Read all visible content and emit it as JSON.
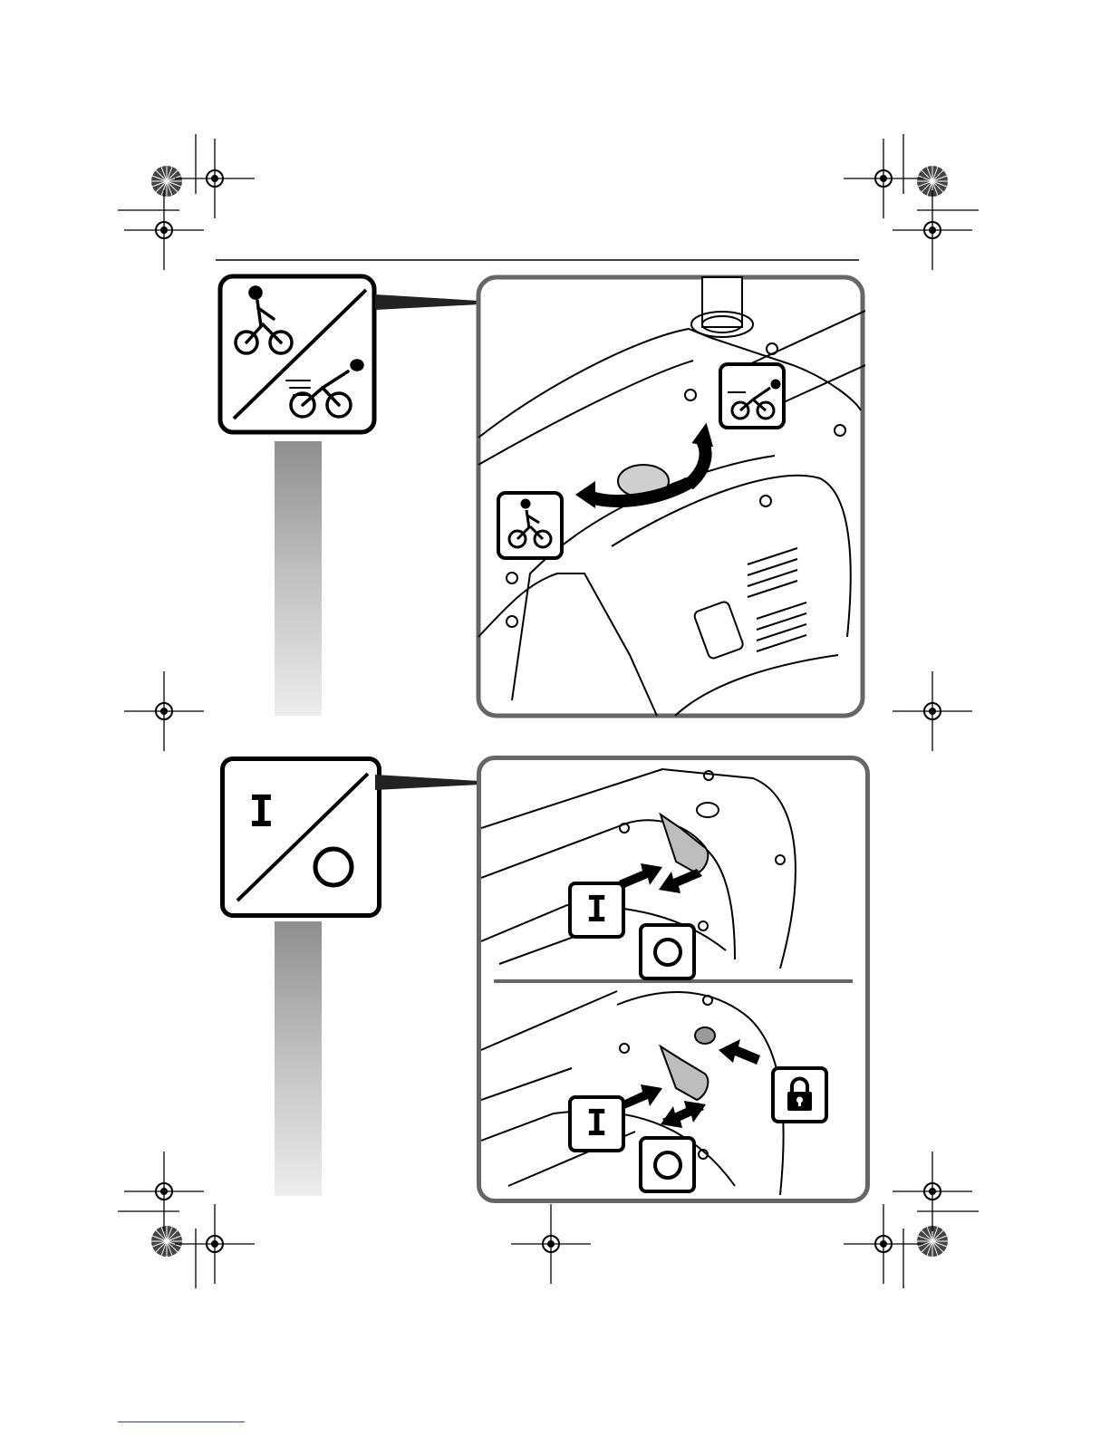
{
  "page": {
    "title": "",
    "figures": [
      {
        "id": "speed-selection",
        "summary_icon": {
          "name": "speed-selector-icon",
          "symbols": [
            "cyclist-slow-icon",
            "cyclist-fast-icon"
          ]
        },
        "callouts": [
          "cyclist-fast-icon",
          "cyclist-slow-icon"
        ]
      },
      {
        "id": "on-off-switch",
        "summary_icon": {
          "name": "on-off-icon",
          "on_symbol": "I",
          "off_symbol": "O"
        },
        "callouts_top": [
          "I",
          "O"
        ],
        "callouts_bottom": [
          "I",
          "O",
          "lock-icon"
        ]
      }
    ]
  },
  "symbols": {
    "on_label": "I",
    "off_label": "O"
  },
  "colors": {
    "ink": "#1a1a1a",
    "frame": "#6e6e6e",
    "bar_top": "#8f8f8f",
    "bar_bottom": "#ededed",
    "panel_fill": "#ffffff",
    "part_fill": "#bdbdbd"
  }
}
